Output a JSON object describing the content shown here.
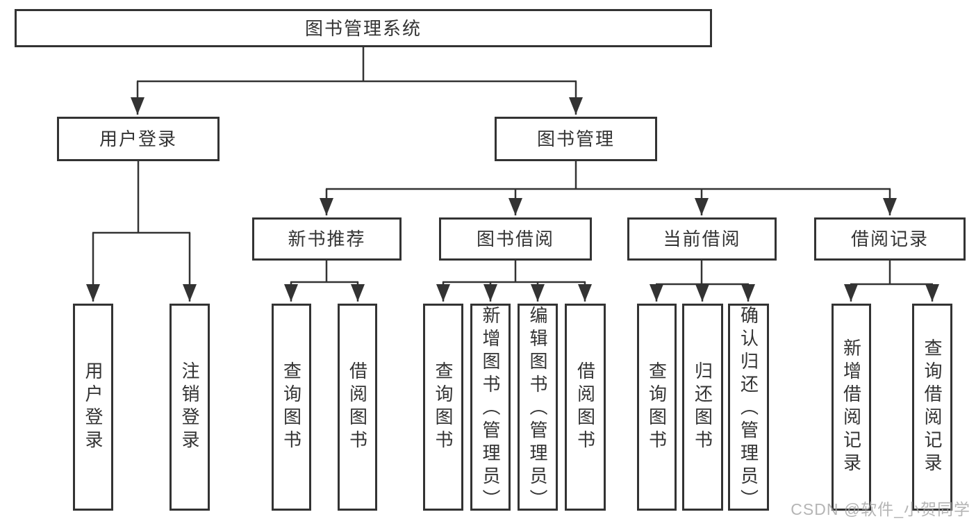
{
  "colors": {
    "line": "#333333",
    "box_border": "#333333",
    "text": "#333333",
    "watermark": "#a2a2a2",
    "background": "#ffffff"
  },
  "root": {
    "label": "图书管理系统"
  },
  "branches": [
    {
      "label": "用户登录",
      "leaves": [
        "用户登录",
        "注销登录"
      ]
    },
    {
      "label": "图书管理",
      "children": [
        {
          "label": "新书推荐",
          "leaves": [
            "查询图书",
            "借阅图书"
          ]
        },
        {
          "label": "图书借阅",
          "leaves": [
            "查询图书",
            "新增图书（管理员）",
            "编辑图书（管理员）",
            "借阅图书"
          ]
        },
        {
          "label": "当前借阅",
          "leaves": [
            "查询图书",
            "归还图书",
            "确认归还（管理员）"
          ]
        },
        {
          "label": "借阅记录",
          "leaves": [
            "新增借阅记录",
            "查询借阅记录"
          ]
        }
      ]
    }
  ],
  "watermark": "CSDN @软件_小贺同学"
}
